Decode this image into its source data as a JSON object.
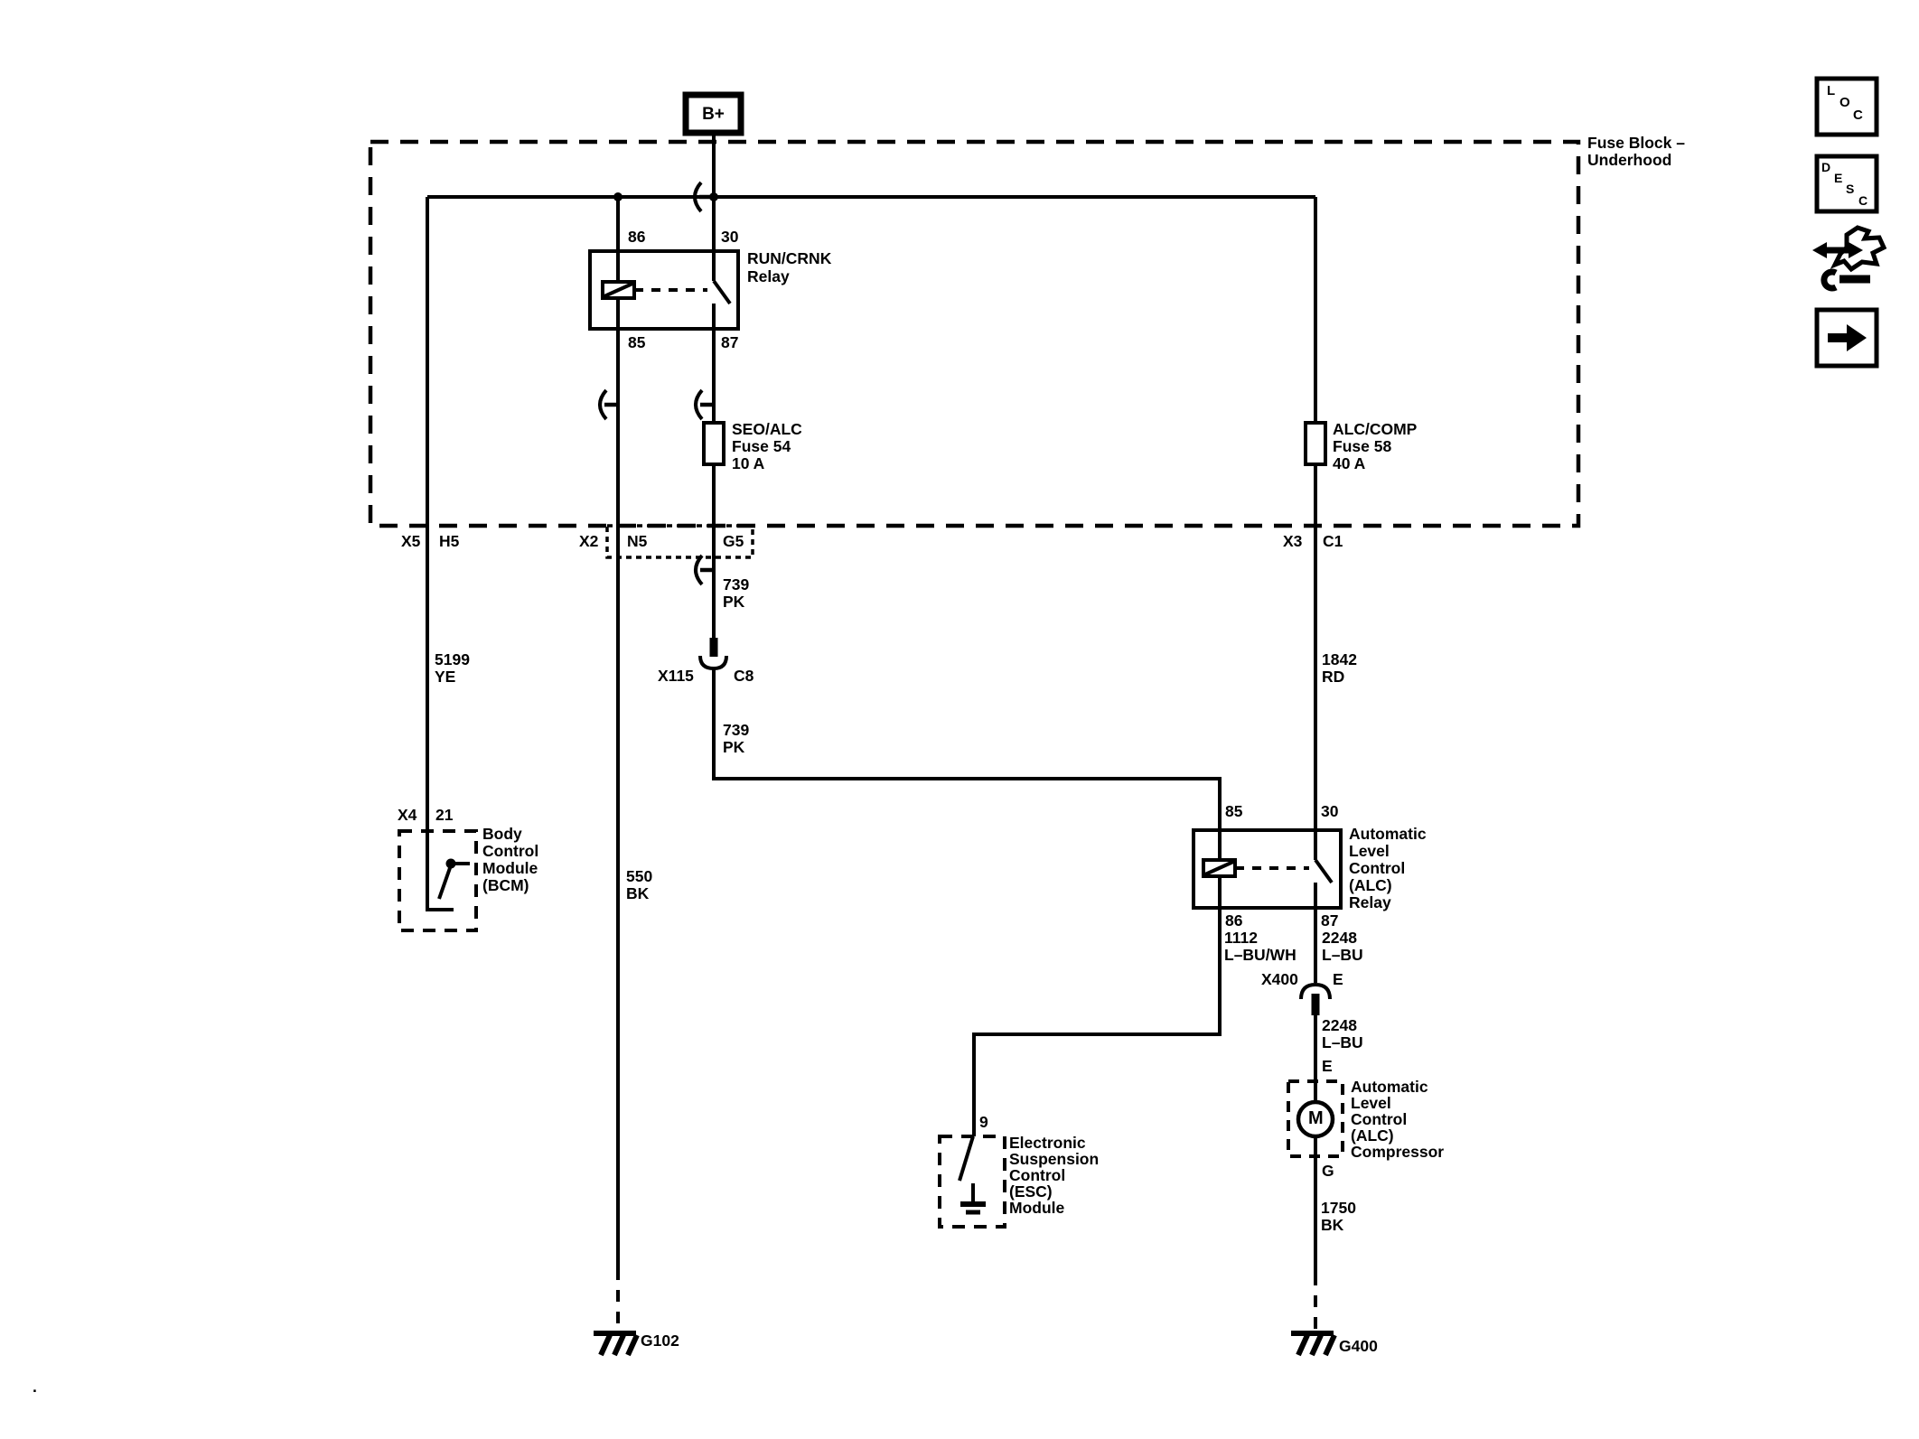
{
  "power": {
    "battery": "B+"
  },
  "fuse_block": {
    "name_l1": "Fuse Block –",
    "name_l2": "Underhood"
  },
  "run_crnk_relay": {
    "pin_86": "86",
    "pin_30": "30",
    "pin_85": "85",
    "pin_87": "87",
    "name_l1": "RUN/CRNK",
    "name_l2": "Relay"
  },
  "fuse54": {
    "l1": "SEO/ALC",
    "l2": "Fuse 54",
    "l3": "10 A"
  },
  "fuse58": {
    "l1": "ALC/COMP",
    "l2": "Fuse 58",
    "l3": "40 A"
  },
  "connectors": {
    "x5": "X5",
    "h5": "H5",
    "x2": "X2",
    "n5": "N5",
    "g5": "G5",
    "x3": "X3",
    "c1": "C1",
    "x115": "X115",
    "c8": "C8",
    "x400": "X400",
    "x400_pin_e": "E",
    "x4": "X4",
    "bcm_pin": "21",
    "esc_pin": "9",
    "comp_pin_e": "E",
    "comp_pin_g": "G"
  },
  "wires": {
    "w5199": {
      "num": "5199",
      "color": "YE"
    },
    "w550": {
      "num": "550",
      "color": "BK"
    },
    "w739_upper": {
      "num": "739",
      "color": "PK"
    },
    "w739_lower": {
      "num": "739",
      "color": "PK"
    },
    "w1842": {
      "num": "1842",
      "color": "RD"
    },
    "w1112": {
      "num": "1112",
      "color": "L–BU/WH"
    },
    "w2248_upper": {
      "num": "2248",
      "color": "L–BU"
    },
    "w2248_lower": {
      "num": "2248",
      "color": "L–BU"
    },
    "w1750": {
      "num": "1750",
      "color": "BK"
    }
  },
  "bcm": {
    "l1": "Body",
    "l2": "Control",
    "l3": "Module",
    "l4": "(BCM)"
  },
  "alc_relay": {
    "pin_85": "85",
    "pin_30": "30",
    "pin_86": "86",
    "pin_87": "87",
    "l1": "Automatic",
    "l2": "Level",
    "l3": "Control",
    "l4": "(ALC)",
    "l5": "Relay"
  },
  "esc": {
    "l1": "Electronic",
    "l2": "Suspension",
    "l3": "Control",
    "l4": "(ESC)",
    "l5": "Module"
  },
  "compressor": {
    "motor": "M",
    "l1": "Automatic",
    "l2": "Level",
    "l3": "Control",
    "l4": "(ALC)",
    "l5": "Compressor"
  },
  "grounds": {
    "g102": "G102",
    "g400": "G400"
  },
  "toolbar": {
    "loc": [
      "L",
      "O",
      "C"
    ],
    "desc": [
      "D",
      "E",
      "S",
      "C"
    ]
  },
  "stray_dot": ".",
  "colors": {
    "line": "#000000",
    "background": "#ffffff"
  }
}
